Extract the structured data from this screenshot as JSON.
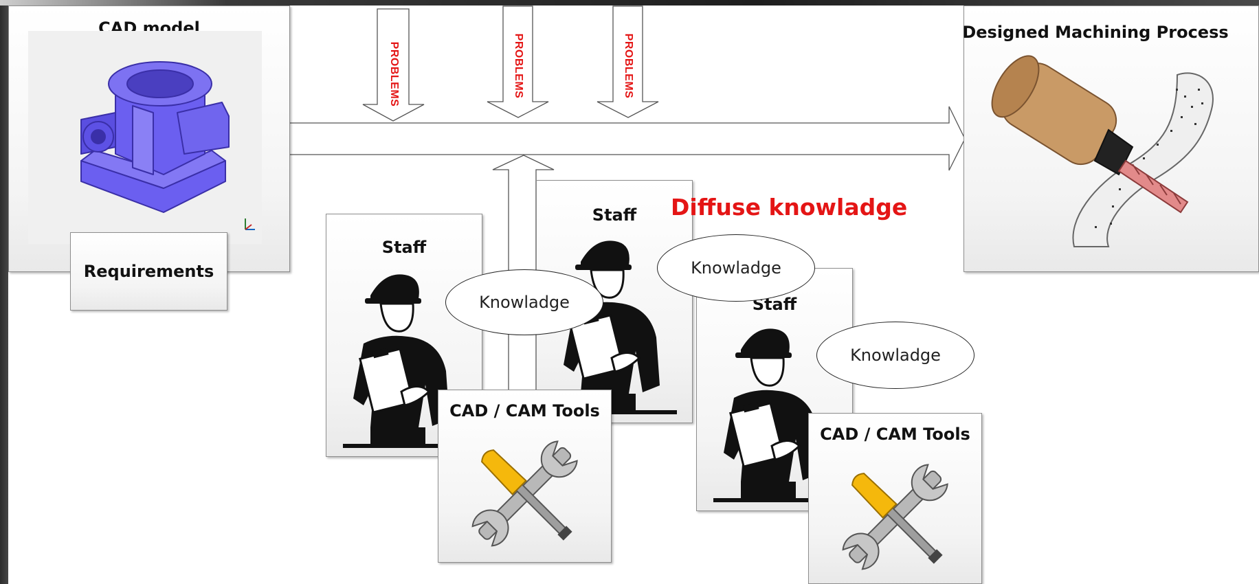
{
  "cad_model": {
    "title": "CAD model"
  },
  "requirements": {
    "label": "Requirements"
  },
  "process": {
    "title": "Designed Machining Process"
  },
  "problems": [
    "PROBLEMS",
    "PROBLEMS",
    "PROBLEMS"
  ],
  "diffuse": {
    "label": "Diffuse knowladge"
  },
  "staff": [
    "Staff",
    "Staff",
    "Staff"
  ],
  "knowledge": [
    "Knowladge",
    "Knowladge",
    "Knowladge"
  ],
  "tools": [
    "CAD / CAM Tools",
    "CAD / CAM Tools"
  ],
  "colors": {
    "problems_text": "#e41515",
    "diffuse_text": "#e41515",
    "cad_part": "#6b5ff0",
    "drill": "#e28a8a",
    "wood": "#c99a66",
    "screwdriver": "#f5b80c",
    "wrench": "#b8b8b8"
  },
  "icons": [
    "cad-part-icon",
    "axis-triad-icon",
    "machining-icon",
    "worker-icon",
    "tools-icon"
  ]
}
